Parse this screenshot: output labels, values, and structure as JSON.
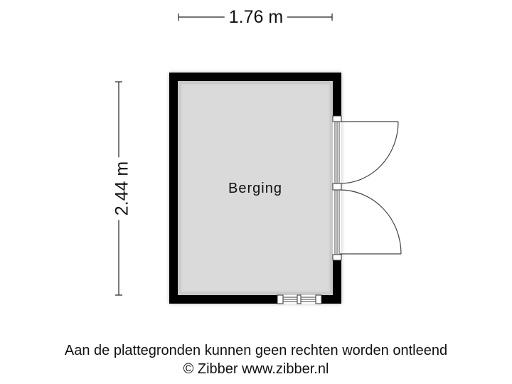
{
  "dimensions": {
    "width_label": "1.76 m",
    "height_label": "2.44 m"
  },
  "rooms": [
    {
      "name": "Berging"
    }
  ],
  "footer": {
    "disclaimer": "Aan de plattegronden kunnen geen rechten worden ontleend",
    "copyright": "© Zibber www.zibber.nl"
  },
  "colors": {
    "wall": "#000000",
    "floor": "#dadada",
    "line": "#444444",
    "background": "#ffffff"
  }
}
